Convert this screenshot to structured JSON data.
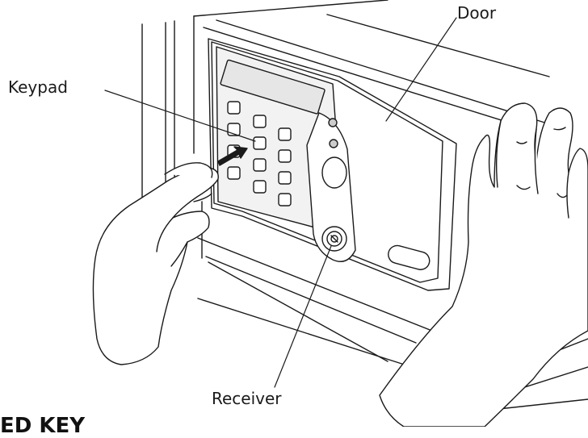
{
  "labels": {
    "door": "Door",
    "keypad": "Keypad",
    "receiver": "Receiver"
  },
  "cutoff_heading": "ED KEY",
  "colors": {
    "line": "#1a1a1a",
    "panel_fill": "#f2f2f2",
    "display_fill": "#e6e6e6",
    "background": "#ffffff"
  }
}
